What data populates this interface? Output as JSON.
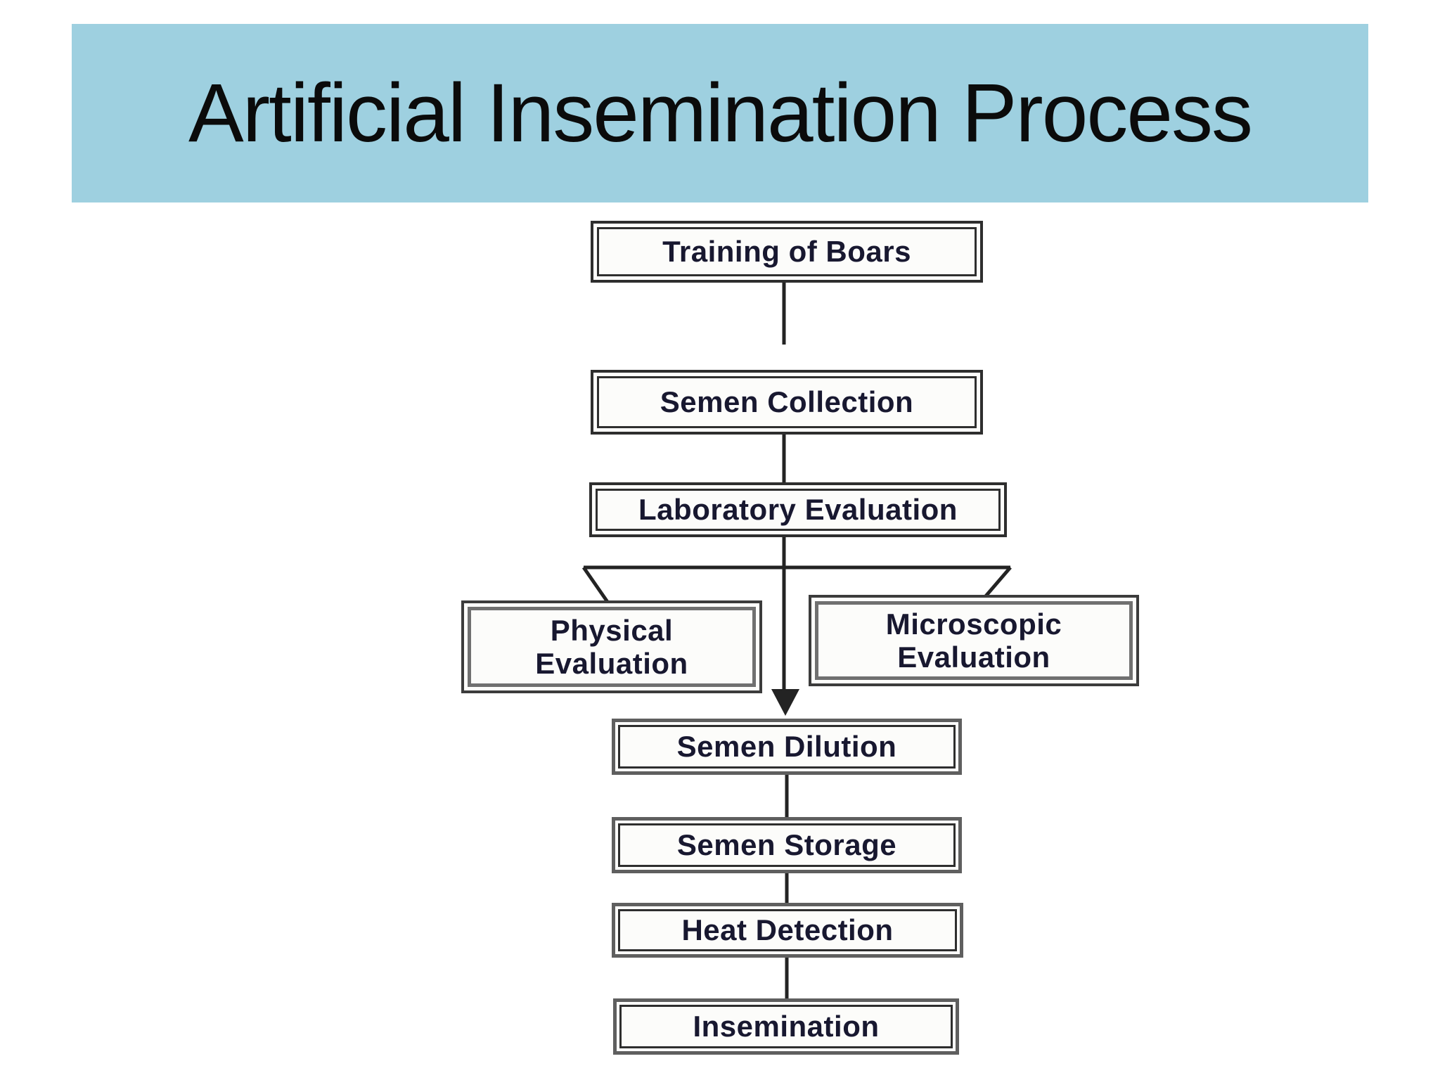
{
  "slide": {
    "header": {
      "title": "Artificial Insemination Process",
      "background_color": "#9ed0e0",
      "text_color": "#0b0b0b"
    },
    "flowchart": {
      "line_color": "#232323",
      "node_text_color": "#181830",
      "node_background": "#fcfcfa",
      "nodes": [
        {
          "id": "training-of-boars",
          "label": "Training of Boars"
        },
        {
          "id": "semen-collection",
          "label": "Semen Collection"
        },
        {
          "id": "laboratory-evaluation",
          "label": "Laboratory Evaluation"
        },
        {
          "id": "physical-evaluation",
          "label": "Physical\nEvaluation"
        },
        {
          "id": "microscopic-evaluation",
          "label": "Microscopic\nEvaluation"
        },
        {
          "id": "semen-dilution",
          "label": "Semen Dilution"
        },
        {
          "id": "semen-storage",
          "label": "Semen Storage"
        },
        {
          "id": "heat-detection",
          "label": "Heat Detection"
        },
        {
          "id": "insemination",
          "label": "Insemination"
        }
      ],
      "edges": [
        {
          "from": "training-of-boars",
          "to": "semen-collection",
          "style": "line"
        },
        {
          "from": "semen-collection",
          "to": "laboratory-evaluation",
          "style": "line"
        },
        {
          "from": "laboratory-evaluation",
          "to": "physical-evaluation",
          "style": "branch-line"
        },
        {
          "from": "laboratory-evaluation",
          "to": "microscopic-evaluation",
          "style": "branch-line"
        },
        {
          "from": "laboratory-evaluation",
          "to": "semen-dilution",
          "style": "arrow"
        },
        {
          "from": "semen-dilution",
          "to": "semen-storage",
          "style": "line"
        },
        {
          "from": "semen-storage",
          "to": "heat-detection",
          "style": "line"
        },
        {
          "from": "heat-detection",
          "to": "insemination",
          "style": "line"
        }
      ]
    }
  }
}
